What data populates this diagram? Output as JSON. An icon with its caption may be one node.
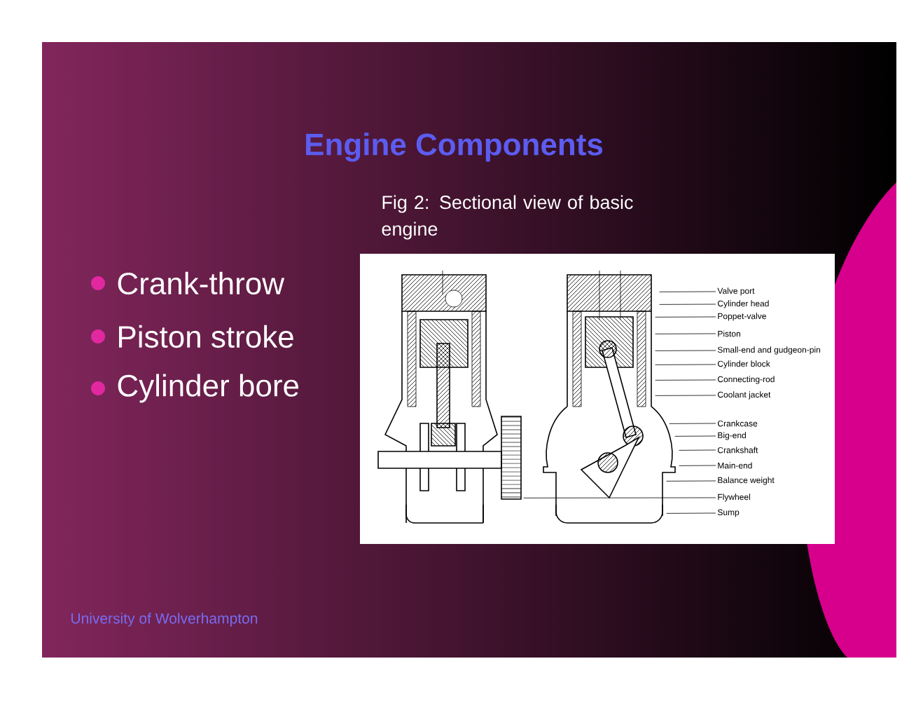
{
  "diagram": {
    "title": "Engine Components",
    "caption": "Fig 2: Sectional view of basic engine",
    "nodes": [
      {
        "text": [
          "Valve port"
        ]
      },
      {
        "text": [
          "Cylinder head"
        ]
      },
      {
        "text": [
          "Poppet-valve"
        ]
      },
      {
        "text": [
          "Piston"
        ]
      },
      {
        "text": [
          "Small-end and gudgeon-pin"
        ]
      },
      {
        "text": [
          "Cylinder block"
        ]
      },
      {
        "text": [
          "Connecting-rod"
        ]
      },
      {
        "text": [
          "Coolant jacket"
        ]
      },
      {
        "text": [
          "Crankcase"
        ]
      },
      {
        "text": [
          "Big-end"
        ]
      },
      {
        "text": [
          "Crankshaft"
        ]
      },
      {
        "text": [
          "Main-end"
        ]
      },
      {
        "text": [
          "Balance weight"
        ]
      },
      {
        "text": [
          "Flywheel"
        ]
      },
      {
        "text": [
          "Sump"
        ]
      },
      {
        "text": [],
        "shape": "picture"
      }
    ],
    "edges": [
      {
        "from": 0,
        "to": 15,
        "arrow": "none"
      },
      {
        "from": 1,
        "to": 15,
        "arrow": "none"
      },
      {
        "from": 2,
        "to": 15,
        "arrow": "none"
      },
      {
        "from": 3,
        "to": 15,
        "arrow": "none"
      },
      {
        "from": 4,
        "to": 15,
        "arrow": "none"
      },
      {
        "from": 5,
        "to": 15,
        "arrow": "none"
      },
      {
        "from": 6,
        "to": 15,
        "arrow": "none"
      },
      {
        "from": 7,
        "to": 15,
        "arrow": "none"
      },
      {
        "from": 8,
        "to": 15,
        "arrow": "none"
      },
      {
        "from": 9,
        "to": 15,
        "arrow": "none"
      },
      {
        "from": 10,
        "to": 15,
        "arrow": "none"
      },
      {
        "from": 11,
        "to": 15,
        "arrow": "none"
      },
      {
        "from": 12,
        "to": 15,
        "arrow": "none"
      },
      {
        "from": 13,
        "to": 15,
        "arrow": "none"
      },
      {
        "from": 14,
        "to": 15,
        "arrow": "none"
      }
    ],
    "labels": [
      "Crank-throw",
      "Piston stroke",
      "Cylinder bore",
      "University of Wolverhampton"
    ]
  }
}
